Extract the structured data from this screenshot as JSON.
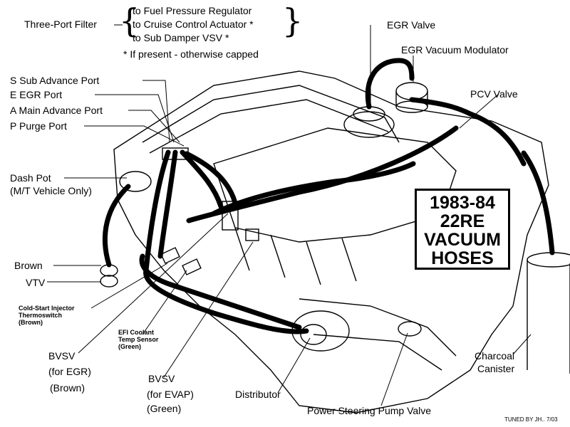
{
  "labels": {
    "three_port_filter": "Three-Port Filter",
    "to_fuel_pressure_regulator": "to Fuel Pressure Regulator",
    "to_cruise_control_actuator": "to Cruise Control Actuator *",
    "to_sub_damper_vsv": "to Sub Damper VSV *",
    "if_present_note": "* If present - otherwise capped",
    "sub_advance_port": "S  Sub Advance Port",
    "egr_port": "E  EGR Port",
    "main_advance_port": "A  Main Advance Port",
    "purge_port": "P  Purge Port",
    "dash_pot_line1": "Dash Pot",
    "dash_pot_line2": "(M/T Vehicle Only)",
    "brown": "Brown",
    "vtv": "VTV",
    "cold_start_line1": "Cold-Start Injector",
    "cold_start_line2": "Thermoswitch",
    "cold_start_line3": "(Brown)",
    "efi_coolant_line1": "EFI Coolant",
    "efi_coolant_line2": "Temp Sensor",
    "efi_coolant_line3": "(Green)",
    "bvsv_egr_line1": "BVSV",
    "bvsv_egr_line2": "(for EGR)",
    "bvsv_egr_line3": "(Brown)",
    "bvsv_evap_line1": "BVSV",
    "bvsv_evap_line2": "(for EVAP)",
    "bvsv_evap_line3": "(Green)",
    "distributor": "Distributor",
    "power_steering_pump_valve": "Power Steering Pump Valve",
    "charcoal_line1": "Charcoal",
    "charcoal_line2": "Canister",
    "egr_valve": "EGR Valve",
    "egr_vacuum_modulator": "EGR Vacuum Modulator",
    "pcv_valve": "PCV Valve"
  },
  "title_box": {
    "line1": "1983-84",
    "line2": "22RE",
    "line3": "VACUUM",
    "line4": "HOSES"
  },
  "credit": "TUNED BY JH.. 7/03"
}
